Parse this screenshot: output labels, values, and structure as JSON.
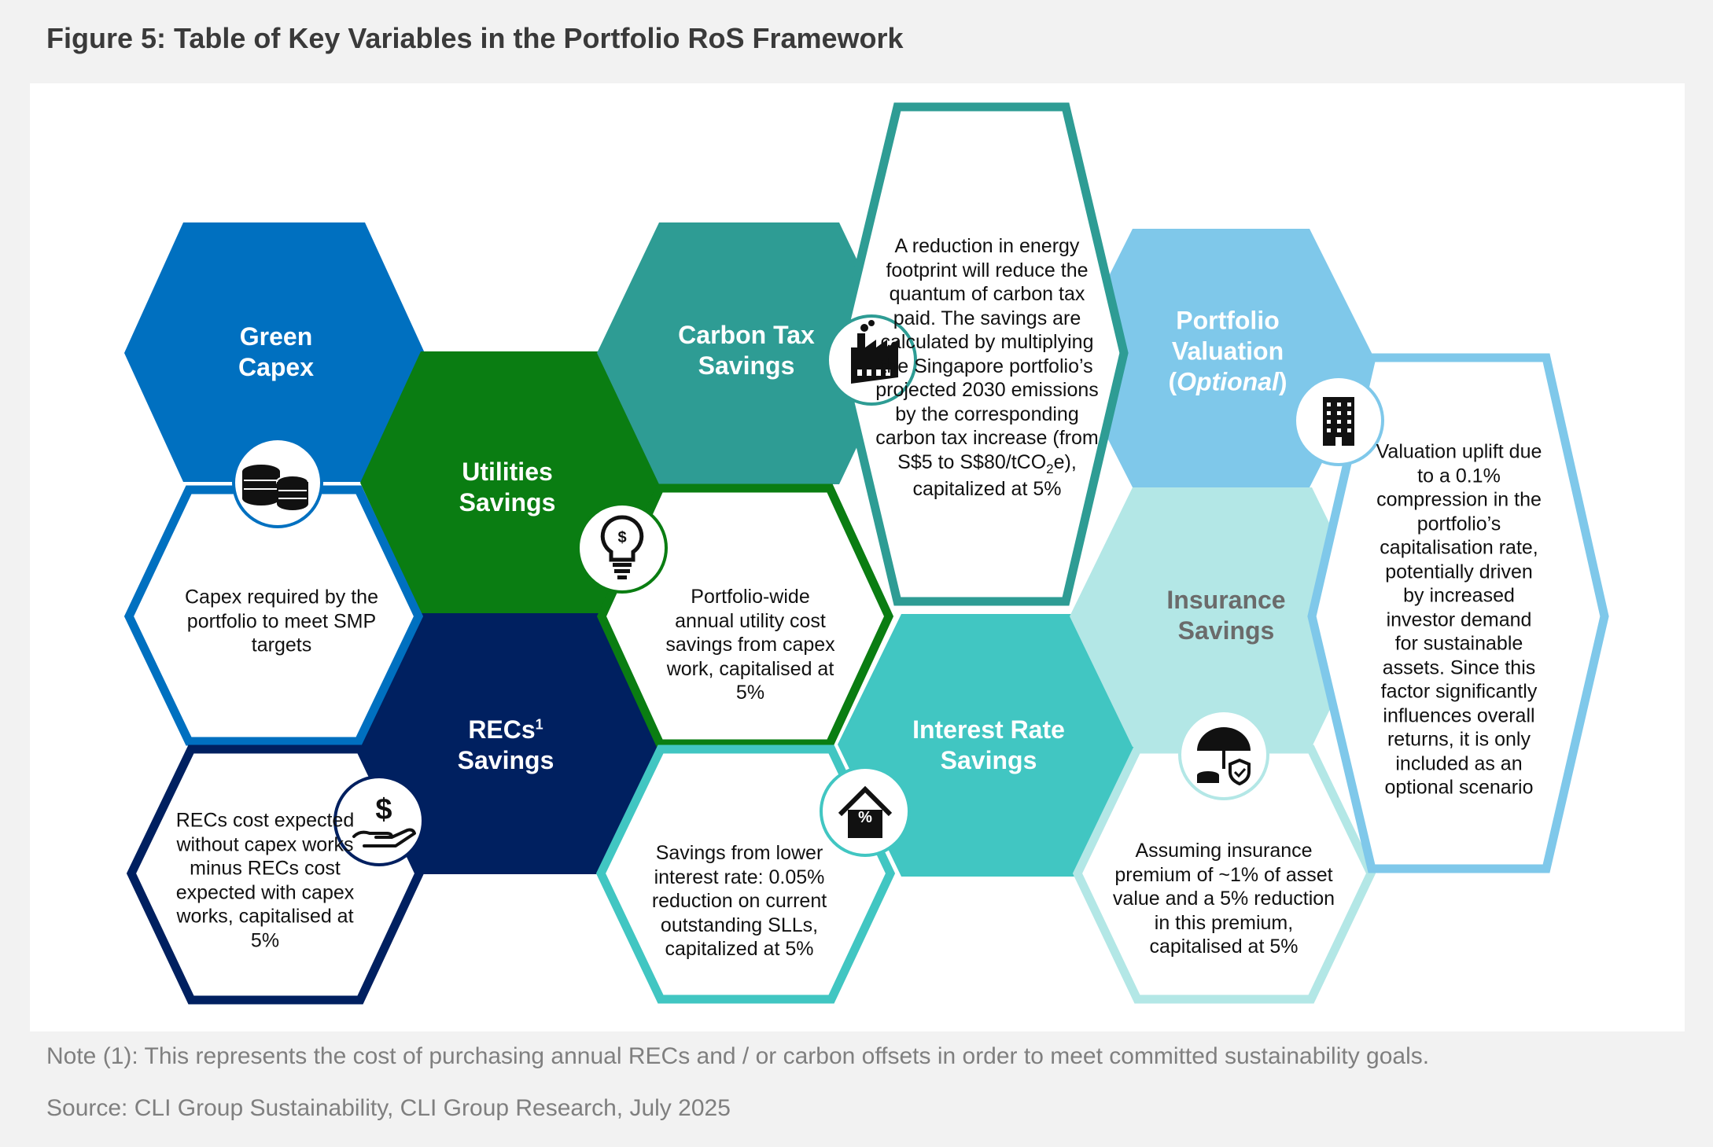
{
  "title": "Figure 5: Table of Key Variables in the Portfolio RoS Framework",
  "colors": {
    "green_capex": "#0070c0",
    "utilities": "#0a7d12",
    "recs": "#002060",
    "carbon_tax": "#2e9c94",
    "interest_rate": "#41c6c2",
    "portfolio_valuation": "#7fc8ea",
    "insurance": "#b3e7e6"
  },
  "items": {
    "green_capex": {
      "title_line1": "Green",
      "title_line2": "Capex",
      "icon": "coins-icon",
      "body": "Capex required by the portfolio to meet SMP targets"
    },
    "utilities": {
      "title_line1": "Utilities",
      "title_line2": "Savings",
      "icon": "lightbulb-dollar-icon",
      "body": "Portfolio-wide annual utility cost savings from capex work, capitalised at 5%"
    },
    "recs": {
      "title_line1": "RECs",
      "title_sup": "1",
      "title_line2": "Savings",
      "icon": "hand-dollar-icon",
      "body": "RECs cost expected without capex works minus RECs cost expected with capex works, capitalised at 5%"
    },
    "carbon_tax": {
      "title_line1": "Carbon Tax",
      "title_line2": "Savings",
      "icon": "factory-icon",
      "body_pre": "A reduction in energy footprint will reduce the quantum of carbon tax paid. The savings are calculated by multiplying the Singapore portfolio’s projected 2030 emissions by the corresponding carbon tax increase (from S$5 to S$80/tCO",
      "body_sub": "2",
      "body_post": "e), capitalized at 5%"
    },
    "interest_rate": {
      "title_line1": "Interest Rate",
      "title_line2": "Savings",
      "icon": "house-percent-icon",
      "icon_label": "%",
      "body": "Savings from lower interest rate: 0.05% reduction on current outstanding SLLs, capitalized at 5%"
    },
    "portfolio_valuation": {
      "title_line1": "Portfolio",
      "title_line2": "Valuation",
      "title_paren_open": "(",
      "title_optional": "Optional",
      "title_paren_close": ")",
      "icon": "building-icon",
      "body": "Valuation uplift due to a 0.1% compression in the portfolio’s capitalisation rate, potentially driven by increased investor demand for sustainable assets. Since this factor significantly influences overall returns, it is only included as an optional scenario"
    },
    "insurance": {
      "title_line1": "Insurance",
      "title_line2": "Savings",
      "icon": "umbrella-shield-icon",
      "body": "Assuming insurance premium of ~1% of asset value and a 5% reduction in this premium, capitalised at 5%"
    }
  },
  "note": "Note (1): This represents the cost of purchasing annual RECs and / or carbon offsets in order to meet committed sustainability goals.",
  "source": "Source: CLI Group Sustainability, CLI Group Research, July 2025"
}
